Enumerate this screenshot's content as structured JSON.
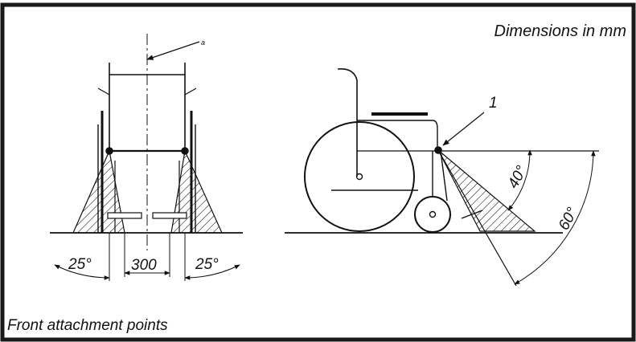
{
  "units_note": "Dimensions in mm",
  "caption": "Front attachment points",
  "labels": {
    "marker_a": "a",
    "callout_1": "1",
    "front_angle_left": "25°",
    "front_track_width": "300",
    "front_angle_right": "25°",
    "side_angle_inner": "40°",
    "side_angle_outer": "60°"
  },
  "colors": {
    "ink": "#111111",
    "frame": "#1a1a1a",
    "background": "#ffffff"
  }
}
